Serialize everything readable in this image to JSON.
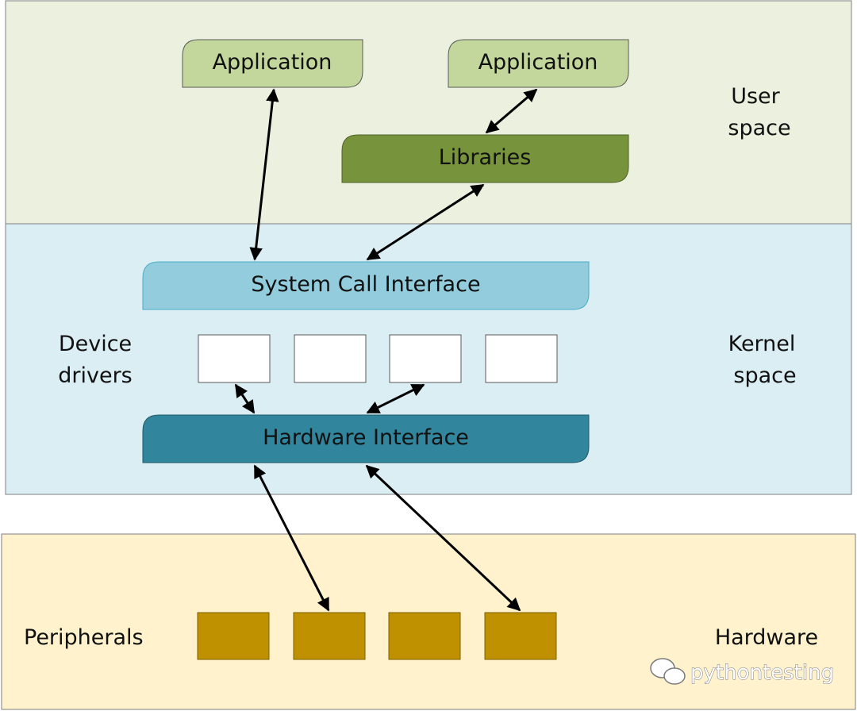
{
  "user_space": {
    "label_line1": "User",
    "label_line2": "space",
    "app_left": "Application",
    "app_right": "Application",
    "libraries": "Libraries"
  },
  "kernel_space": {
    "label_line1": "Kernel",
    "label_line2": "space",
    "system_call_interface": "System Call Interface",
    "device_drivers_line1": "Device",
    "device_drivers_line2": "drivers",
    "hardware_interface": "Hardware Interface"
  },
  "hardware": {
    "label": "Hardware",
    "peripherals": "Peripherals"
  },
  "watermark": {
    "text": "pythontesting",
    "icon": "wechat-icon"
  },
  "colors": {
    "user_bg": "#ebf1de",
    "kernel_bg": "#dbeef4",
    "hardware_bg": "#fff2cc",
    "application": "#c3d69b",
    "libraries": "#77933c",
    "system_call": "#93cddd",
    "hardware_interface": "#31859c",
    "driver_box": "#ffffff",
    "peripheral_box": "#bf9000"
  }
}
